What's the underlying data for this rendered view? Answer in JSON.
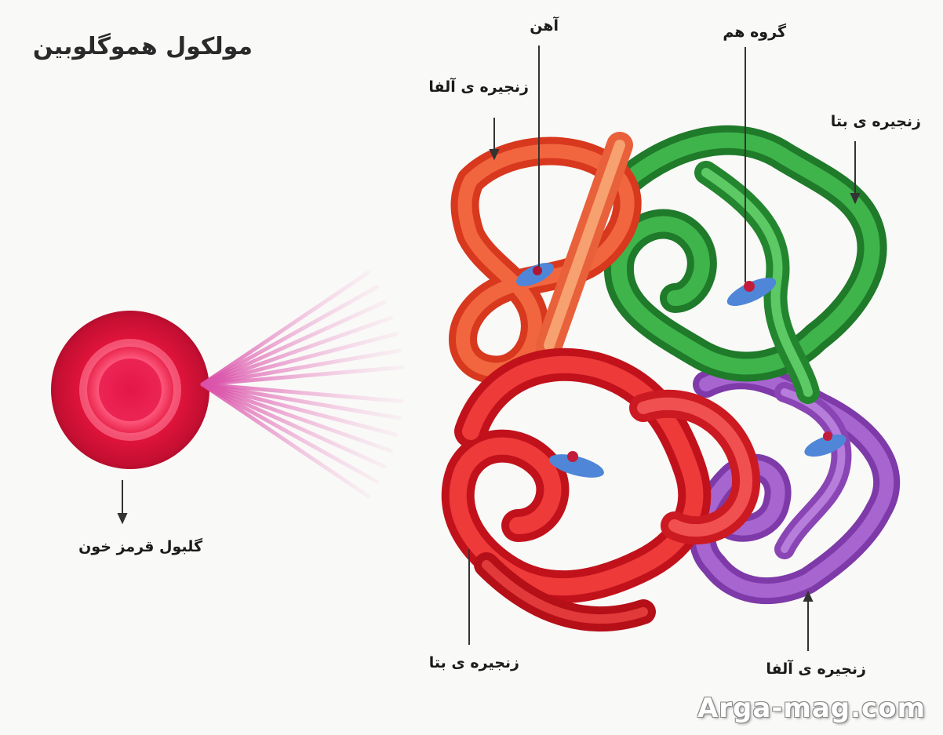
{
  "title": "مولکول هموگلوبین",
  "labels": {
    "red_cell": "گلبول قرمز خون",
    "iron": "آهن",
    "heme_group": "گروه هم",
    "alpha_chain_top": "زنجیره ی آلفا",
    "beta_chain_top": "زنجیره ی بتا",
    "beta_chain_bottom": "زنجیره ی بتا",
    "alpha_chain_bottom": "زنجیره ی آلفا"
  },
  "watermark": "Arga-mag.com",
  "colors": {
    "alpha_chain_top": "#e8452b",
    "alpha_chain_bottom": "#9b4fc4",
    "beta_chain_top": "#2f9a3a",
    "beta_chain_bottom": "#e0242a",
    "red_cell": "#e3143c",
    "rays": "#d94fa8",
    "heme": "#4f86d8"
  },
  "icons": [
    "red-blood-cell-icon",
    "ray-burst-icon",
    "hemoglobin-molecule-illustration"
  ]
}
